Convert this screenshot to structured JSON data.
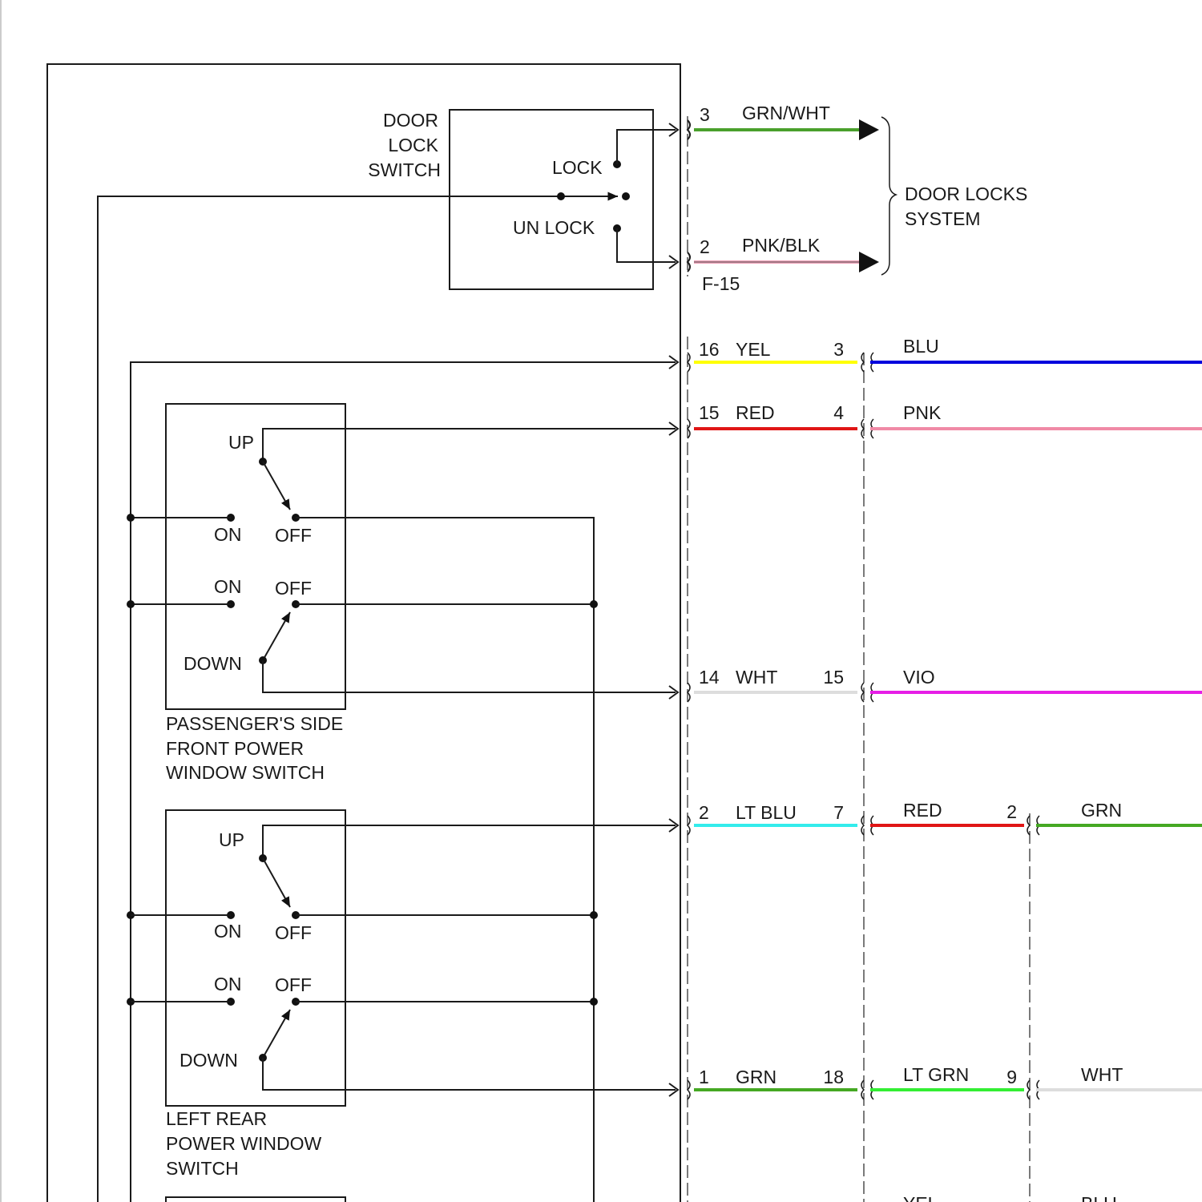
{
  "door_lock_switch": {
    "title_lines": [
      "DOOR",
      "LOCK",
      "SWITCH"
    ],
    "lock_label": "LOCK",
    "unlock_label": "UN LOCK"
  },
  "door_locks_system": {
    "label_lines": [
      "DOOR LOCKS",
      "SYSTEM"
    ]
  },
  "connector_label": "F-15",
  "door_lock_wires": [
    {
      "pin": "3",
      "color_name": "GRN/WHT",
      "color": "#4aa02c"
    },
    {
      "pin": "2",
      "color_name": "PNK/BLK",
      "color": "#f0a0b8"
    }
  ],
  "circuits": [
    {
      "pin_a": "16",
      "color_a": "YEL",
      "hex_a": "#ffff00",
      "pin_b": "3",
      "color_b": "BLU",
      "hex_b": "#0000dd"
    },
    {
      "pin_a": "15",
      "color_a": "RED",
      "hex_a": "#e01515",
      "pin_b": "4",
      "color_b": "PNK",
      "hex_b": "#f08aa6"
    },
    {
      "pin_a": "14",
      "color_a": "WHT",
      "hex_a": "#dddddd",
      "pin_b": "15",
      "color_b": "VIO",
      "hex_b": "#e61ee6"
    },
    {
      "pin_a": "2",
      "color_a": "LT BLU",
      "hex_a": "#33ecec",
      "pin_b": "7",
      "color_b": "RED",
      "hex_b": "#e01515",
      "pin_c": "2",
      "color_c": "GRN",
      "hex_c": "#45a823"
    },
    {
      "pin_a": "1",
      "color_a": "GRN",
      "hex_a": "#45a823",
      "pin_b": "18",
      "color_b": "LT GRN",
      "hex_b": "#33ee33",
      "pin_c": "9",
      "color_c": "WHT",
      "hex_c": "#dddddd"
    }
  ],
  "bottom_partial": {
    "label_b": "YEL",
    "label_c": "BLU"
  },
  "passenger_switch": {
    "up": "UP",
    "down": "DOWN",
    "on_1": "ON",
    "off_1": "OFF",
    "on_2": "ON",
    "off_2": "OFF",
    "title_lines": [
      "PASSENGER'S SIDE",
      "FRONT POWER",
      "WINDOW SWITCH"
    ]
  },
  "rear_switch": {
    "up": "UP",
    "down": "DOWN",
    "on_1": "ON",
    "off_1": "OFF",
    "on_2": "ON",
    "off_2": "OFF",
    "title_lines": [
      "LEFT REAR",
      "POWER WINDOW",
      "SWITCH"
    ]
  }
}
